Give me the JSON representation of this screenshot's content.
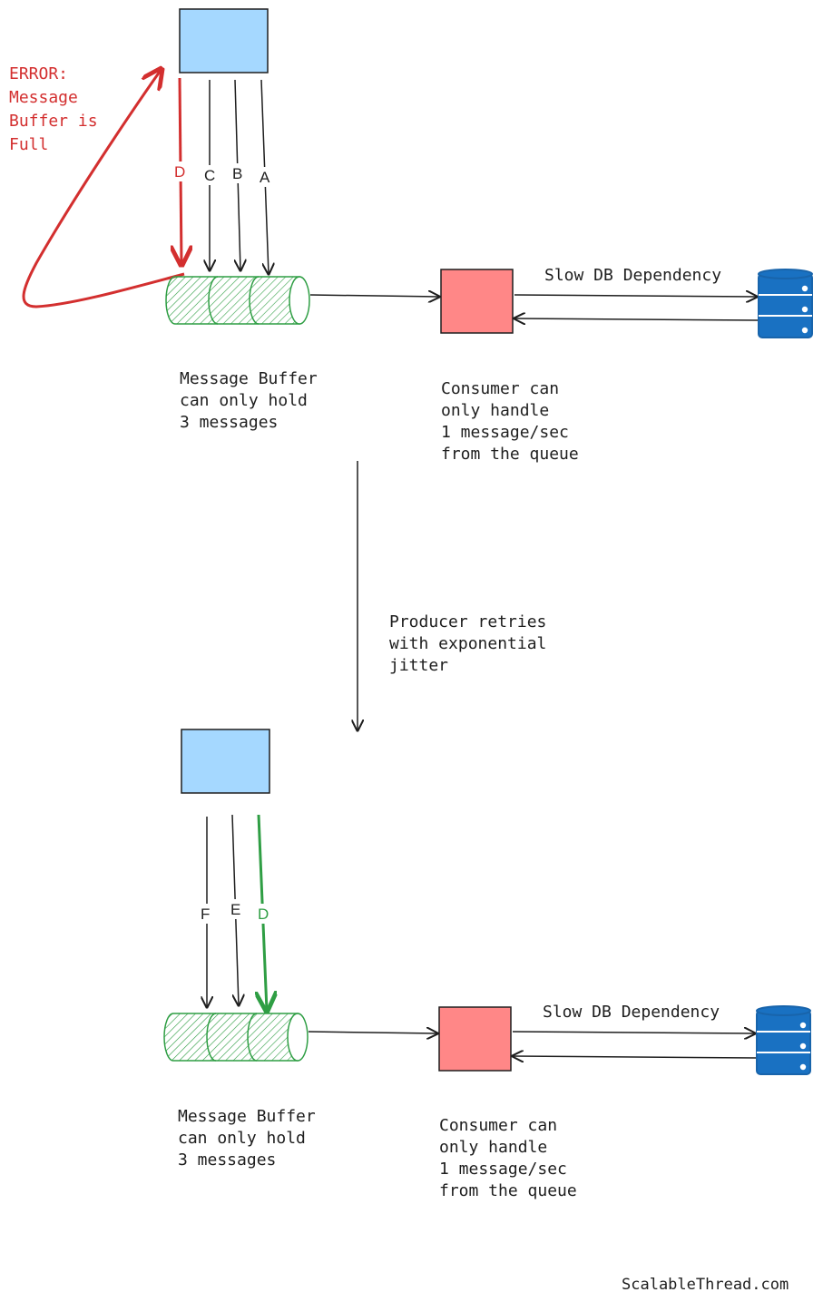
{
  "colors": {
    "producer_fill": "#a5d8ff",
    "consumer_fill": "#ff8787",
    "buffer_stroke": "#2f9e44",
    "db_fill": "#1971c2",
    "error_red": "#d32f2f",
    "retry_green": "#2f9e44",
    "stroke": "#1e1e1e"
  },
  "top": {
    "error_lines": [
      "ERROR:",
      "Message",
      "Buffer is",
      "Full"
    ],
    "msg_d": "D",
    "msg_c": "C",
    "msg_b": "B",
    "msg_a": "A",
    "buffer_lines": [
      "Message Buffer",
      "can only hold",
      "3 messages"
    ],
    "consumer_lines": [
      "Consumer can",
      "only handle",
      "1 message/sec",
      "from the queue"
    ],
    "db_label": "Slow DB Dependency"
  },
  "transition_lines": [
    "Producer retries",
    "with exponential",
    "jitter"
  ],
  "bottom": {
    "msg_f": "F",
    "msg_e": "E",
    "msg_d": "D",
    "buffer_lines": [
      "Message Buffer",
      "can only hold",
      "3 messages"
    ],
    "consumer_lines": [
      "Consumer can",
      "only handle",
      "1 message/sec",
      "from the queue"
    ],
    "db_label": "Slow DB Dependency"
  },
  "footer": "ScalableThread.com"
}
